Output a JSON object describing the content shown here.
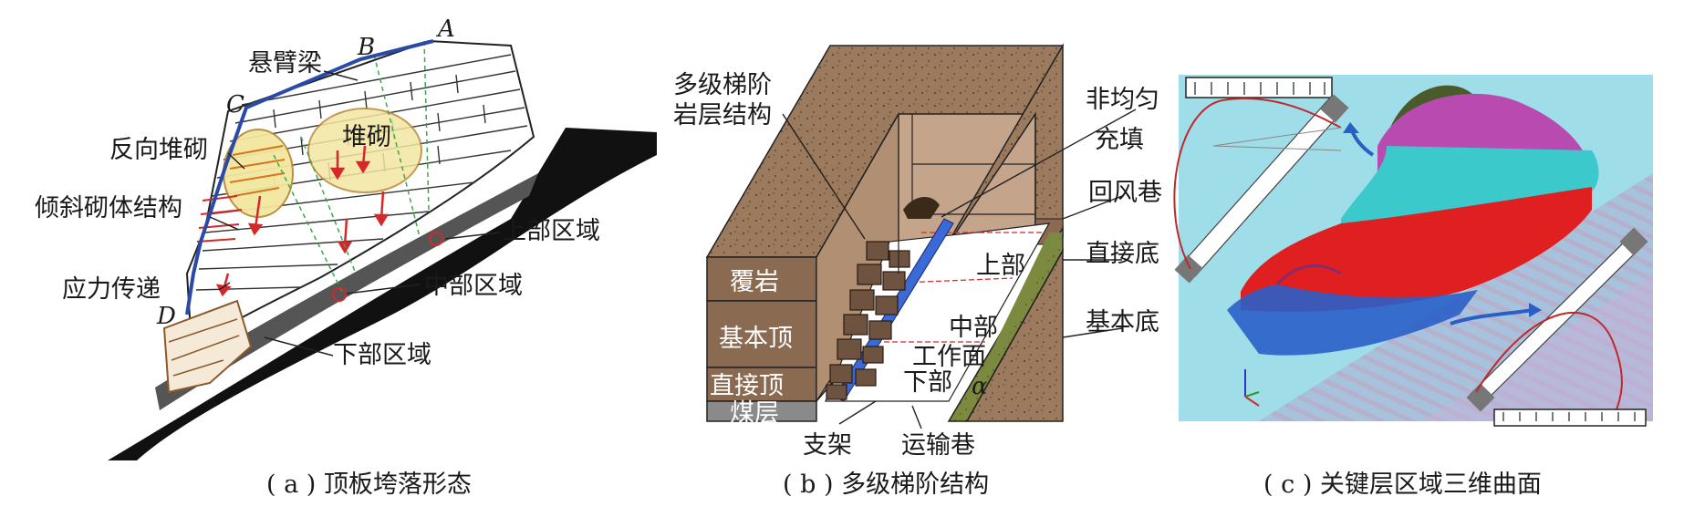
{
  "panel_a": {
    "caption": "( a ) 顶板垮落形态",
    "point_a": "A",
    "point_b": "B",
    "point_c": "C",
    "point_d": "D",
    "cantilever": "悬臂梁",
    "reverse_masonry": "反向堆砌",
    "masonry": "堆砌",
    "inclined_structure": "倾斜砌体结构",
    "stress_transfer": "应力传递",
    "upper_region": "上部区域",
    "middle_region": "中部区域",
    "lower_region": "下部区域",
    "colors": {
      "boundary": "#2a4aa8",
      "stress": "#d62828",
      "ellipse": "#f3e6a0"
    }
  },
  "panel_b": {
    "caption": "( b ) 多级梯阶结构",
    "multi_step_1": "多级梯阶",
    "multi_step_2": "岩层结构",
    "nonuniform_1": "非均匀",
    "nonuniform_2": "充填",
    "return_airway": "回风巷",
    "immediate_floor": "直接底",
    "main_floor": "基本底",
    "overburden": "覆岩",
    "main_roof": "基本顶",
    "immediate_roof": "直接顶",
    "coal_seam": "煤层",
    "upper": "上部",
    "middle": "中部",
    "face": "工作面",
    "lower": "下部",
    "alpha": "α",
    "support": "支架",
    "haulage": "运输巷",
    "colors": {
      "overburden": "#9b7a5e",
      "floor": "#7c8a3f",
      "coal": "#8a8a8a"
    }
  },
  "panel_c": {
    "caption": "( c ) 关键层区域三维曲面",
    "colors": {
      "magenta": "#b94ab0",
      "cyan": "#3cc9cc",
      "red": "#e02020",
      "blue": "#2a5fc8",
      "bg": "#9fdde8"
    }
  }
}
